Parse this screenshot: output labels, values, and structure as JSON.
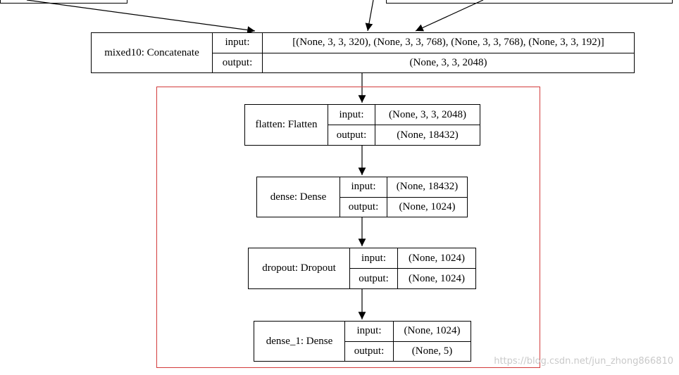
{
  "nodes": {
    "mixed10": {
      "label": "mixed10: Concatenate",
      "input_key": "input:",
      "input_val": "[(None, 3, 3, 320), (None, 3, 3, 768), (None, 3, 3, 768), (None, 3, 3, 192)]",
      "output_key": "output:",
      "output_val": "(None, 3, 3, 2048)"
    },
    "flatten": {
      "label": "flatten: Flatten",
      "input_key": "input:",
      "input_val": "(None, 3, 3, 2048)",
      "output_key": "output:",
      "output_val": "(None, 18432)"
    },
    "dense": {
      "label": "dense: Dense",
      "input_key": "input:",
      "input_val": "(None, 18432)",
      "output_key": "output:",
      "output_val": "(None, 1024)"
    },
    "dropout": {
      "label": "dropout: Dropout",
      "input_key": "input:",
      "input_val": "(None, 1024)",
      "output_key": "output:",
      "output_val": "(None, 1024)"
    },
    "dense_1": {
      "label": "dense_1: Dense",
      "input_key": "input:",
      "input_val": "(None, 1024)",
      "output_key": "output:",
      "output_val": "(None, 5)"
    }
  },
  "colors": {
    "highlight": "#d33b3b",
    "line": "#000000",
    "watermark": "#c9c9c9"
  },
  "watermark": "https://blog.csdn.net/jun_zhong866810"
}
